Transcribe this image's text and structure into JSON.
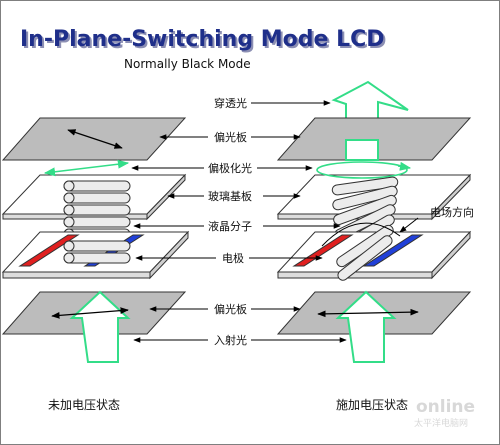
{
  "title": "In-Plane-Switching Mode LCD",
  "subtitle": "Normally Black Mode",
  "labels": {
    "transmitted_light": "穿透光",
    "polarizer_top": "偏光板",
    "polarized_light": "偏极化光",
    "glass_substrate": "玻璃基板",
    "liquid_crystal": "液晶分子",
    "electrode": "电极",
    "polarizer_bottom": "偏光板",
    "incident_light": "入射光",
    "field_direction": "电场方向"
  },
  "states": {
    "off": "未加电压状态",
    "on": "施加电压状态"
  },
  "watermark": {
    "brand": "online",
    "site": "太平洋电脑网"
  },
  "colors": {
    "title": "#1f2f8a",
    "light_arrow": "#33dd88",
    "plate": "#bcbcbc",
    "electrode_red": "#e02020",
    "electrode_blue": "#2040d8"
  }
}
